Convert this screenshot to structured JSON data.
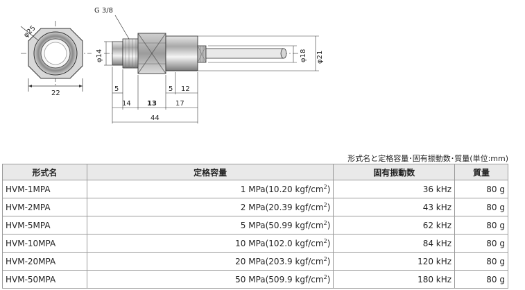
{
  "drawing": {
    "thread_label": "G 3/8",
    "dia_25": "φ25",
    "dia_14": "φ14",
    "dia_18": "φ18",
    "dia_21": "φ21",
    "width_22": "22",
    "dim_5a": "5",
    "dim_5b": "5",
    "dim_12": "12",
    "dim_14": "14",
    "dim_13": "13",
    "dim_17": "17",
    "dim_44": "44"
  },
  "caption": "形式名と定格容量･固有振動数･質量(単位:mm)",
  "table": {
    "headers": [
      "形式名",
      "定格容量",
      "固有振動数",
      "質量"
    ],
    "rows": [
      {
        "model": "HVM-1MPA",
        "cap": "1 MPa(10.20 kgf/cm",
        "freq": "36 kHz",
        "mass": "80 g"
      },
      {
        "model": "HVM-2MPA",
        "cap": "2 MPa(20.39 kgf/cm",
        "freq": "43 kHz",
        "mass": "80 g"
      },
      {
        "model": "HVM-5MPA",
        "cap": "5 MPa(50.99 kgf/cm",
        "freq": "62 kHz",
        "mass": "80 g"
      },
      {
        "model": "HVM-10MPA",
        "cap": "10 MPa(102.0 kgf/cm",
        "freq": "84 kHz",
        "mass": "80 g"
      },
      {
        "model": "HVM-20MPA",
        "cap": "20 MPa(203.9 kgf/cm",
        "freq": "120 kHz",
        "mass": "80 g"
      },
      {
        "model": "HVM-50MPA",
        "cap": "50 MPa(509.9 kgf/cm",
        "freq": "180 kHz",
        "mass": "80 g"
      }
    ],
    "sup": "2",
    "close": ")"
  }
}
